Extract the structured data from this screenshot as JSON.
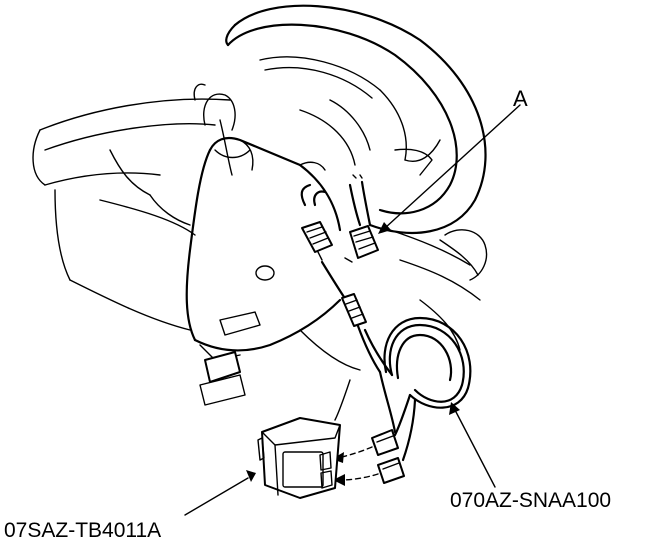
{
  "callouts": {
    "a": "A",
    "tool_unit": "07SAZ-TB4011A",
    "harness": "070AZ-SNAA100"
  }
}
